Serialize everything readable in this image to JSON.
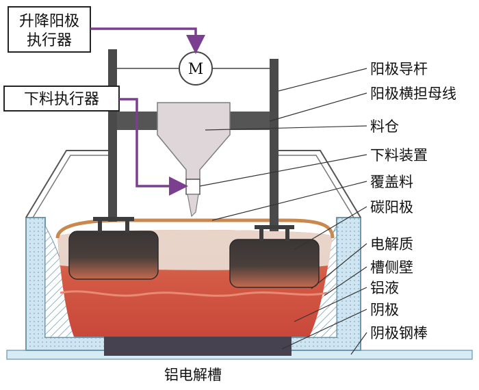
{
  "actuators": {
    "lift": {
      "line1": "升降阳极",
      "line2": "执行器"
    },
    "feed": {
      "label": "下料执行器"
    }
  },
  "motor": {
    "label": "M"
  },
  "callouts": {
    "anode_rod": "阳极导杆",
    "anode_beam": "阳极横担母线",
    "hopper": "料仓",
    "feeder": "下料装置",
    "cover": "覆盖料",
    "carbon_anode": "碳阳极",
    "electrolyte": "电解质",
    "side_wall": "槽侧壁",
    "aluminum": "铝液",
    "cathode": "阴极",
    "collector_bar": "阴极钢棒"
  },
  "caption": "铝电解槽",
  "colors": {
    "actuator_line": "#7b3f8f",
    "rod": "#4a4a4a",
    "electrolyte": "#c9473a",
    "aluminum": "#e7d4c8",
    "shell": "#cfe6f2",
    "cathode": "#46424f",
    "hopper": "#ded6d8"
  }
}
